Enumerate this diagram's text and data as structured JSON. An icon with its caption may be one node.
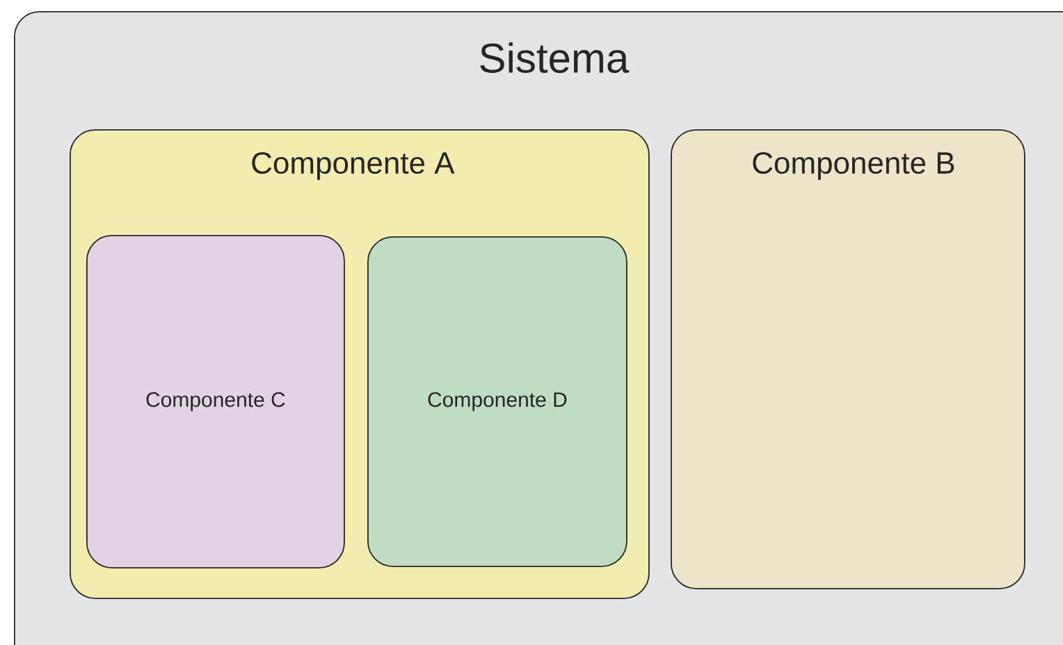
{
  "diagram": {
    "nodes": [
      {
        "text": [
          "Sistema"
        ]
      },
      {
        "text": [
          "Componente A"
        ],
        "in": 0
      },
      {
        "text": [
          "Componente B"
        ],
        "in": 0
      },
      {
        "text": [
          "Componente C"
        ],
        "in": 1
      },
      {
        "text": [
          "Componente D"
        ],
        "in": 1
      }
    ]
  }
}
